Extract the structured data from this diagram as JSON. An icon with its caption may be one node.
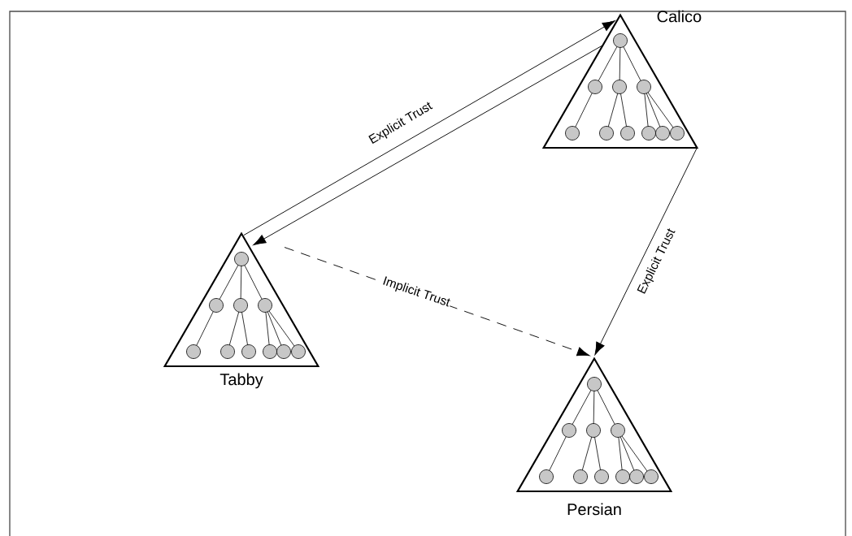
{
  "diagram": {
    "nodes": [
      {
        "text": [
          "Calico"
        ]
      },
      {
        "text": [
          "Tabby"
        ]
      },
      {
        "text": [
          "Persian"
        ]
      }
    ],
    "edges": [
      {
        "from": 1,
        "to": 0,
        "arrow": "to",
        "label": "Explicit Trust"
      },
      {
        "from": 0,
        "to": 1,
        "arrow": "to"
      },
      {
        "from": 0,
        "to": 2,
        "arrow": "to",
        "label": "Explicit Trust"
      },
      {
        "from": 1,
        "to": 2,
        "arrow": "to",
        "style": "dashed",
        "label": "Implicit Trust"
      }
    ]
  }
}
